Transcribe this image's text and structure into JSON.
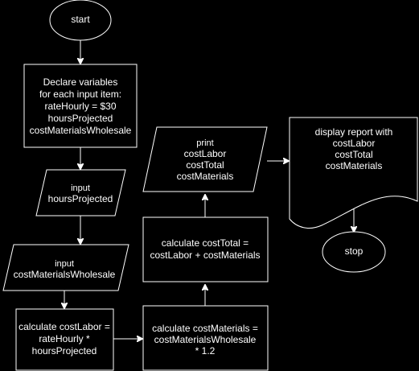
{
  "nodes": {
    "start": {
      "label": "start"
    },
    "declare": {
      "lines": [
        "Declare variables",
        "for each input item:",
        "rateHourly = $30",
        "hoursProjected",
        "costMaterialsWholesale"
      ]
    },
    "input_hours": {
      "keyword": "input",
      "value": "hoursProjected"
    },
    "input_materials": {
      "keyword": "input",
      "value": "costMaterialsWholesale"
    },
    "calc_labor": {
      "lines": [
        "calculate costLabor =",
        "rateHourly *",
        "hoursProjected"
      ]
    },
    "calc_materials": {
      "lines": [
        "calculate costMaterials =",
        "costMaterialsWholesale",
        "* 1.2"
      ]
    },
    "calc_total": {
      "lines": [
        "calculate costTotal =",
        "costLabor + costMaterials"
      ]
    },
    "print": {
      "keyword": "print",
      "lines": [
        "costLabor",
        "costTotal",
        "costMaterials"
      ]
    },
    "report": {
      "lines": [
        "display report with",
        "costLabor",
        "costTotal",
        "costMaterials"
      ]
    },
    "stop": {
      "label": "stop"
    }
  },
  "colors": {
    "background": "#000000",
    "stroke": "#ffffff",
    "text": "#ffffff"
  }
}
